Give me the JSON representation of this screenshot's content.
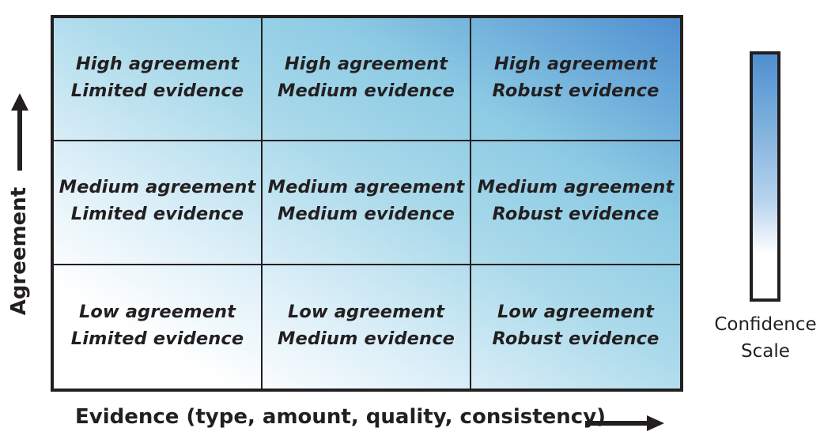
{
  "matrix": {
    "rows": [
      [
        {
          "agreement": "High agreement",
          "evidence": "Limited evidence"
        },
        {
          "agreement": "High agreement",
          "evidence": "Medium evidence"
        },
        {
          "agreement": "High agreement",
          "evidence": "Robust evidence"
        }
      ],
      [
        {
          "agreement": "Medium agreement",
          "evidence": "Limited evidence"
        },
        {
          "agreement": "Medium agreement",
          "evidence": "Medium evidence"
        },
        {
          "agreement": "Medium agreement",
          "evidence": "Robust evidence"
        }
      ],
      [
        {
          "agreement": "Low agreement",
          "evidence": "Limited evidence"
        },
        {
          "agreement": "Low agreement",
          "evidence": "Medium evidence"
        },
        {
          "agreement": "Low agreement",
          "evidence": "Robust evidence"
        }
      ]
    ]
  },
  "axes": {
    "y_label": "Agreement",
    "x_label": "Evidence (type, amount, quality, consistency)",
    "y_arrow_icon": "arrow-up-icon",
    "x_arrow_icon": "arrow-right-icon"
  },
  "scale": {
    "line1": "Confidence",
    "line2": "Scale"
  },
  "colors": {
    "high_confidence": "#4f8fd0",
    "medium_confidence": "#8dcbe4",
    "low_confidence": "#ffffff",
    "ink": "#231f20"
  }
}
